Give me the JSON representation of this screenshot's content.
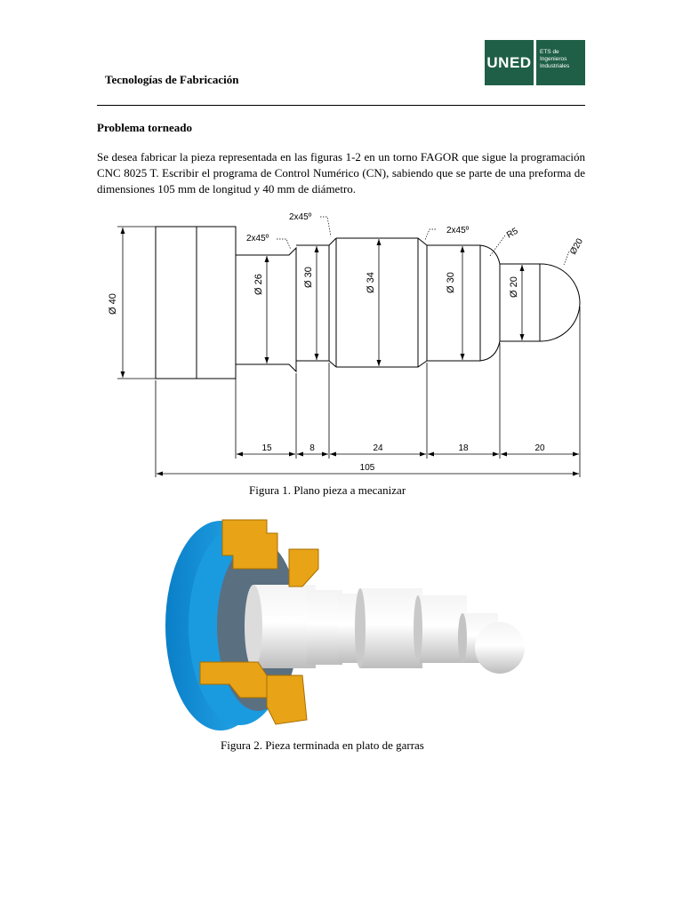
{
  "header": {
    "course_title": "Tecnologías de Fabricación",
    "logo_text": "UNED",
    "logo_subtext": [
      "ETS de",
      "Ingenieros",
      "Industriales"
    ]
  },
  "problem": {
    "title": "Problema torneado",
    "statement": "Se desea fabricar la pieza representada en las figuras 1-2 en un torno FAGOR que sigue la programación CNC 8025 T. Escribir el programa de Control Numérico (CN), sabiendo que se parte de una preforma de dimensiones 105 mm de longitud y 40 mm de diámetro."
  },
  "figure1": {
    "caption": "Figura 1. Plano pieza a mecanizar",
    "diameters": [
      "Ø 40",
      "Ø 26",
      "Ø 30",
      "Ø 34",
      "Ø 30",
      "Ø 20"
    ],
    "chamfers": [
      "2x45º",
      "2x45º",
      "2x45º"
    ],
    "radius_label": "R5",
    "sphere_label": "Ø20",
    "lengths": [
      "15",
      "8",
      "24",
      "18",
      "20"
    ],
    "total_length": "105"
  },
  "figure2": {
    "caption": "Figura 2. Pieza terminada en plato de garras"
  },
  "colors": {
    "logo_green": "#1f5f47",
    "chuck_blue": "#1a9be0",
    "jaw_orange": "#e8a317",
    "part_grey": "#d9d9d9"
  }
}
